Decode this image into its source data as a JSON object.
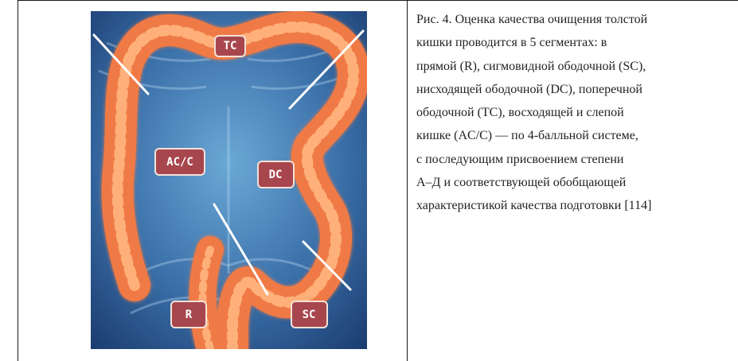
{
  "figure": {
    "segments": [
      {
        "id": "tc",
        "label": "TC"
      },
      {
        "id": "acc",
        "label": "AC/C"
      },
      {
        "id": "dc",
        "label": "DC"
      },
      {
        "id": "r",
        "label": "R"
      },
      {
        "id": "sc",
        "label": "SC"
      }
    ],
    "colors": {
      "background_dark": "#1a3a6e",
      "background_light": "#6aa8d6",
      "colon": "#f07a45",
      "colon_glow": "#ffb07a",
      "label_fill": "#a8464e",
      "label_border": "#f3e2d8",
      "divider_line": "#ffffff"
    }
  },
  "caption": {
    "lines": [
      "Рис. 4. Оценка качества очищения толстой",
      "кишки проводится в 5 сегментах: в",
      "прямой (R), сигмовидной ободочной (SC),",
      "нисходящей ободочной (DC), поперечной",
      "ободочной (TC), восходящей и слепой",
      "кишке (AC/C) — по 4-балльной системе,",
      "с последующим присвоением степени",
      "А–Д и соответствующей обобщающей",
      "характеристикой качества подготовки [114]"
    ]
  }
}
